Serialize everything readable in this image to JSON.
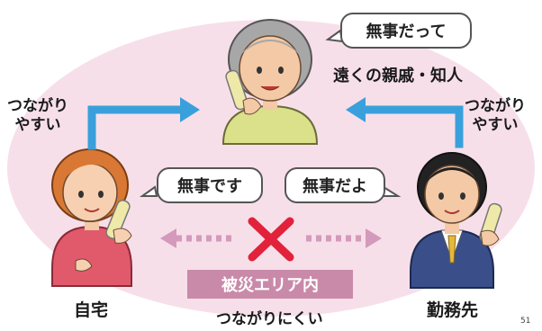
{
  "people": {
    "elder_label": "遠くの親戚・知人",
    "home_label": "自宅",
    "work_label": "勤務先"
  },
  "bubbles": {
    "elder": "無事だって",
    "home": "無事です",
    "work": "無事だよ"
  },
  "connections": {
    "left_label_line1": "つながり",
    "left_label_line2": "やすい",
    "right_label_line1": "つながり",
    "right_label_line2": "やすい",
    "bottom_label": "つながりにくい"
  },
  "zone_label": "被災エリア内",
  "page_number": "51",
  "colors": {
    "background_ellipse": "#f7dfe9",
    "arrow_blue": "#3aa0dc",
    "cross_red": "#e1223a",
    "dotted_pink": "#d39abb",
    "zone_bg": "#c98aa9"
  }
}
